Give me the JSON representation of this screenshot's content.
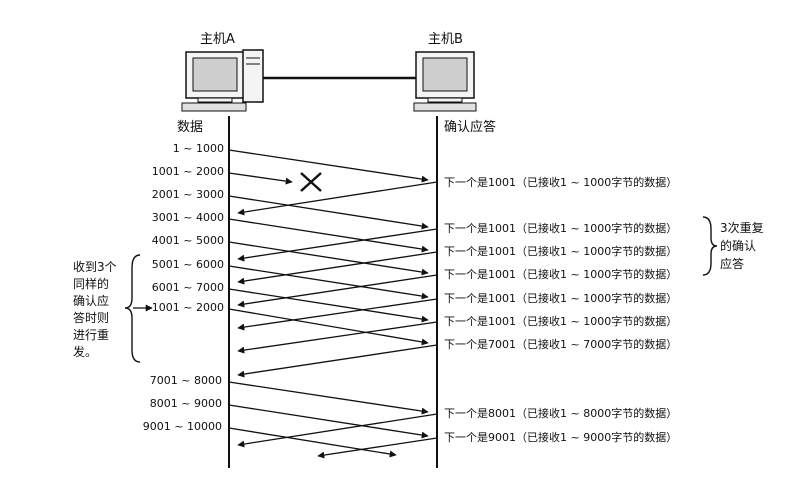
{
  "host_a": {
    "label": "主机A"
  },
  "host_b": {
    "label": "主机B"
  },
  "left_header": "数据",
  "right_header": "确认应答",
  "segments": [
    {
      "label": "1 ~ 1000"
    },
    {
      "label": "1001 ~ 2000"
    },
    {
      "label": "2001 ~ 3000"
    },
    {
      "label": "3001 ~ 4000"
    },
    {
      "label": "4001 ~ 5000"
    },
    {
      "label": "5001 ~ 6000"
    },
    {
      "label": "6001 ~ 7000"
    },
    {
      "label": "1001 ~ 2000"
    },
    {
      "label": "7001 ~ 8000"
    },
    {
      "label": "8001 ~ 9000"
    },
    {
      "label": "9001 ~ 10000"
    }
  ],
  "acks": [
    {
      "label": "下一个是1001（已接收1 ~ 1000字节的数据）"
    },
    {
      "label": "下一个是1001（已接收1 ~ 1000字节的数据）"
    },
    {
      "label": "下一个是1001（已接收1 ~ 1000字节的数据）"
    },
    {
      "label": "下一个是1001（已接收1 ~ 1000字节的数据）"
    },
    {
      "label": "下一个是1001（已接收1 ~ 1000字节的数据）"
    },
    {
      "label": "下一个是1001（已接收1 ~ 1000字节的数据）"
    },
    {
      "label": "下一个是7001（已接收1 ~ 7000字节的数据）"
    },
    {
      "label": "下一个是8001（已接收1 ~ 8000字节的数据）"
    },
    {
      "label": "下一个是9001（已接收1 ~ 9000字节的数据）"
    }
  ],
  "left_note": [
    "收到3个",
    "同样的",
    "确认应",
    "答时则",
    "进行重",
    "发。"
  ],
  "right_note": [
    "3次重复",
    "的确认",
    "应答"
  ]
}
